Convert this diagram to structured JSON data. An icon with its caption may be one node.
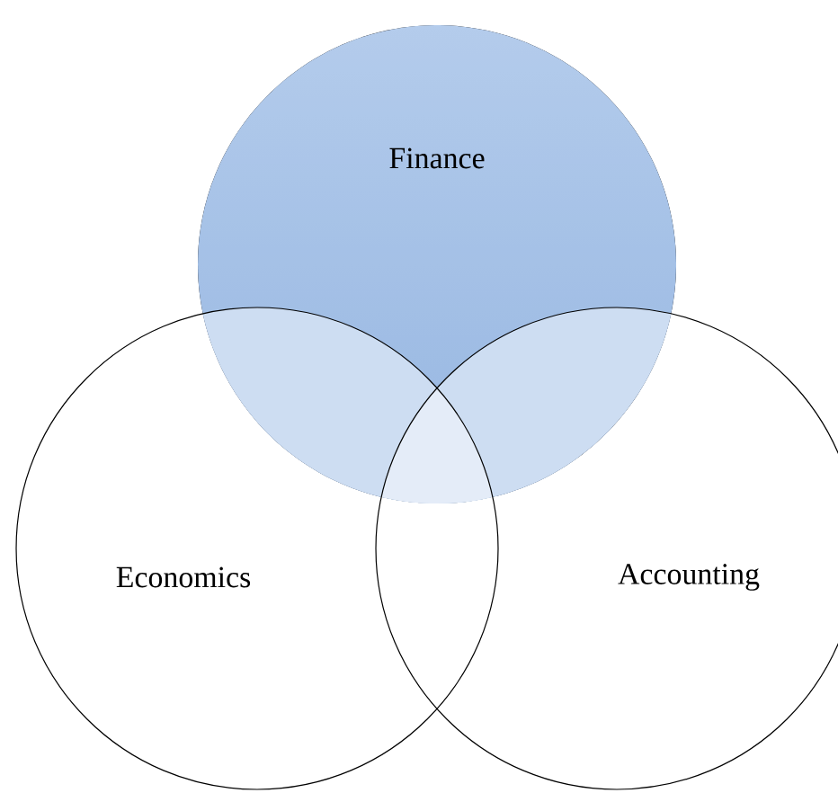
{
  "diagram": {
    "nodes": [
      {
        "text": [
          "Finance"
        ]
      },
      {
        "text": [
          "Economics"
        ]
      },
      {
        "text": [
          "Accounting"
        ]
      }
    ]
  }
}
